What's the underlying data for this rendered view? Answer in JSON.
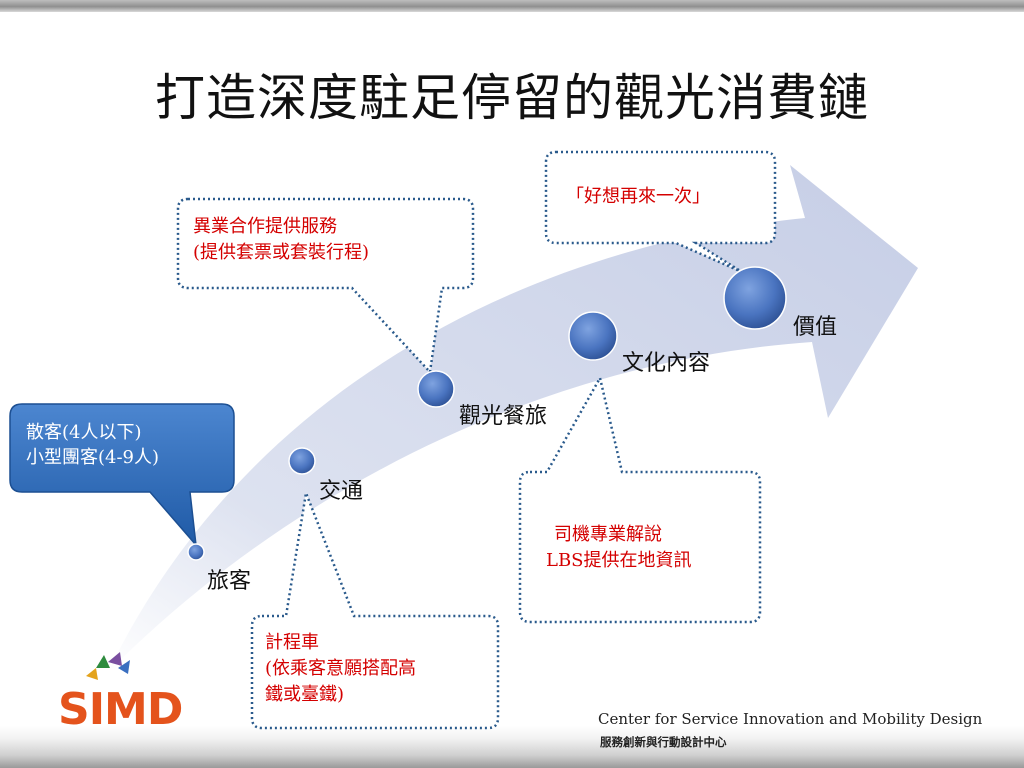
{
  "title": "打造深度駐足停留的觀光消費鏈",
  "stages": [
    {
      "id": "tourist",
      "label": "旅客"
    },
    {
      "id": "transport",
      "label": "交通"
    },
    {
      "id": "tour",
      "label": "觀光餐旅"
    },
    {
      "id": "culture",
      "label": "文化內容"
    },
    {
      "id": "value",
      "label": "價值"
    }
  ],
  "tourist_box": {
    "line1": "散客(4人以下)",
    "line2": "小型團客(4-9人)"
  },
  "callouts": {
    "value": {
      "line1": "「好想再來一次」"
    },
    "tour": {
      "line1": "異業合作提供服務",
      "line2": "(提供套票或套裝行程)"
    },
    "culture": {
      "line1": "司機專業解說",
      "line2": "LBS提供在地資訊"
    },
    "transport": {
      "line1": "計程車",
      "line2": "(依乘客意願搭配高",
      "line3": "鐵或臺鐵)"
    }
  },
  "footer": {
    "logo": "SIMD",
    "center_en": "Center for Service Innovation and Mobility Design",
    "center_zh": "服務創新與行動設計中心"
  },
  "colors": {
    "arrow": "#cdd4e8",
    "node": "#4a74c0",
    "callout_text": "#d40000",
    "callout_border": "#2a5a8c",
    "tourist_box": "#2f6bb8",
    "logo": "#e4531c"
  }
}
